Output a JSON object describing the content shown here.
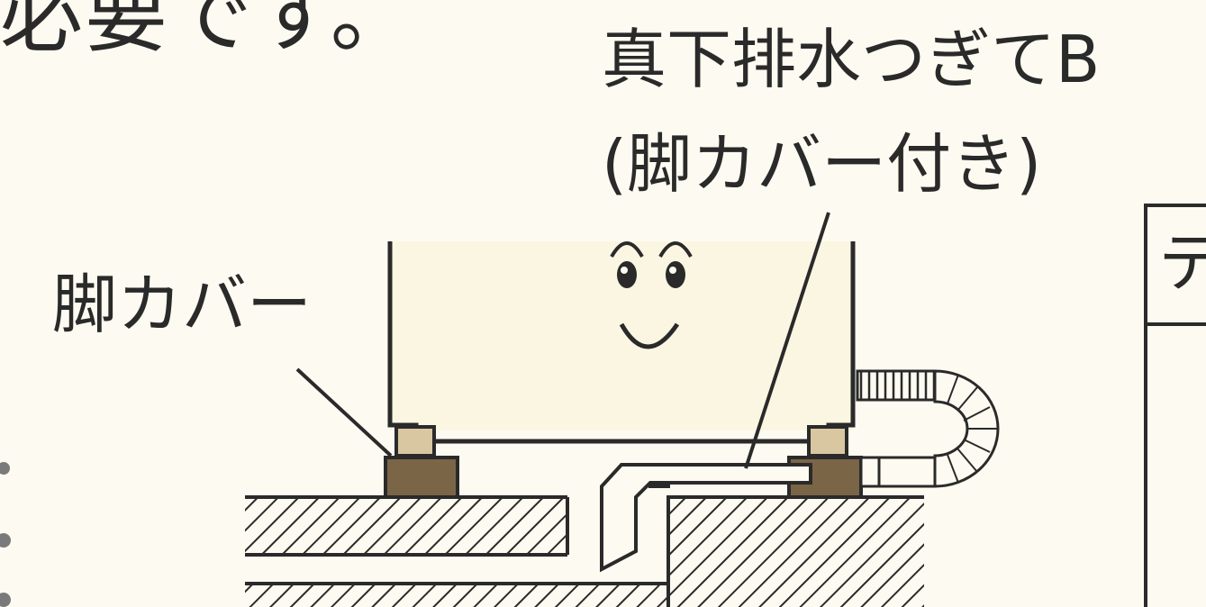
{
  "heading": {
    "text": "必要です。"
  },
  "labels": {
    "drain_joint_line1": "真下排水つぎてB",
    "drain_joint_line2": "(脚カバー付き)",
    "leg_cover": "脚カバー"
  },
  "side_panel": {
    "partial_text": "テ"
  },
  "mascot": {
    "expression": "smiling"
  },
  "colors": {
    "background": "#fdfbf1",
    "line": "#2a2a2a",
    "cover_light": "#d9c7a2",
    "cover_dark": "#7a6547",
    "washer_fill": "#fbf6e2"
  }
}
